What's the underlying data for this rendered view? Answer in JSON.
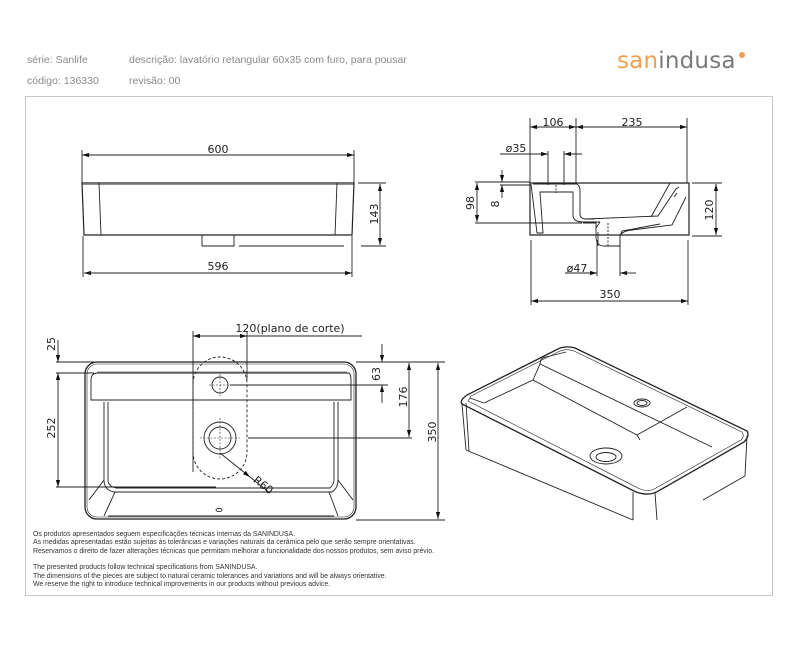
{
  "header": {
    "serie_label": "série: Sanlife",
    "codigo_label": "código: 136330",
    "descricao_label": "descrição: lavatório retangular 60x35 com furo, para pousar",
    "revisao_label": "revisão: 00"
  },
  "brand": {
    "logo_part1": "san",
    "logo_part2": "indusa",
    "accent_color": "#f0a050",
    "gray_color": "#7a7a7a"
  },
  "views": {
    "front": {
      "width_top": "600",
      "width_bottom": "596",
      "height": "143"
    },
    "section": {
      "dim_106": "106",
      "dim_235": "235",
      "tap_hole": "ø35",
      "dim_8": "8",
      "dim_98": "98",
      "height": "120",
      "drain": "ø47",
      "depth": "350"
    },
    "plan": {
      "cut_plane": "120(plano de corte)",
      "dim_25": "25",
      "dim_252": "252",
      "dim_63": "63",
      "dim_176": "176",
      "dim_350": "350",
      "radius": "R60"
    }
  },
  "notes": {
    "pt": [
      "Os produtos apresentados seguem especificações técnicas internas da SANINDUSA.",
      "As medidas apresentadas estão sujeitas às tolerâncias e variações naturais da cerâmica pelo que serão sempre orientativas.",
      "Reservamos o direito de fazer alterações técnicas que permitam melhorar a funcionalidade dos nossos produtos, sem aviso prévio."
    ],
    "en": [
      "The presented products follow technical specifications from SANINDUSA.",
      "The dimensions of the pieces are subject to natural ceramic tolerances and variations and will be always orientative.",
      "We reserve the right to introduce technical improvements in our products without previous advice."
    ]
  }
}
